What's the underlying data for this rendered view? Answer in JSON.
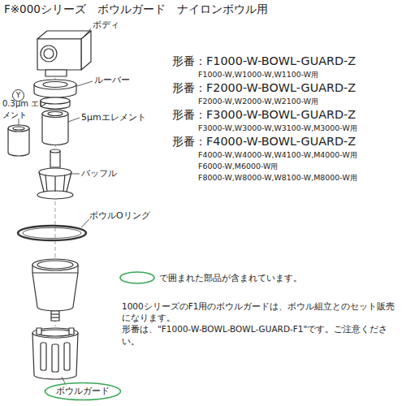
{
  "diagram": {
    "title": "F※000シリーズ　ボウルガード　ナイロンボウル用",
    "nodes": [
      {
        "text": [
          "ボウルガード"
        ]
      }
    ],
    "labels": [
      "ボディ",
      "ルーバー",
      "Y",
      "0.3μm エレメント",
      "5μmエレメント",
      "バッフル",
      "ボウルOリング",
      "形番：F1000-W-BOWL-GUARD-Z",
      "F1000-W,W1000-W,W1100-W用",
      "形番：F2000-W-BOWL-GUARD-Z",
      "F2000-W,W2000-W,W2100-W用",
      "形番：F3000-W-BOWL-GUARD-Z",
      "F3000-W,W3000-W,W3100-W,M3000-W用",
      "形番：F4000-W-BOWL-GUARD-Z",
      "F4000-W,W4000-W,W4100-W,M4000-W用",
      "F6000-W,M6000-W用",
      "F8000-W,W8000-W,W8100-W,M8000-W用",
      "1000シリーズのF1用のボウルガードは、ボウル組立とのセット販売になります。",
      "形番は、\"F1000-W-BOWL-BOWL-GUARD-F1\"です。ご注意ください。"
    ],
    "legend": [
      {
        "text": "で囲まれた部品が含まれています。"
      }
    ]
  }
}
